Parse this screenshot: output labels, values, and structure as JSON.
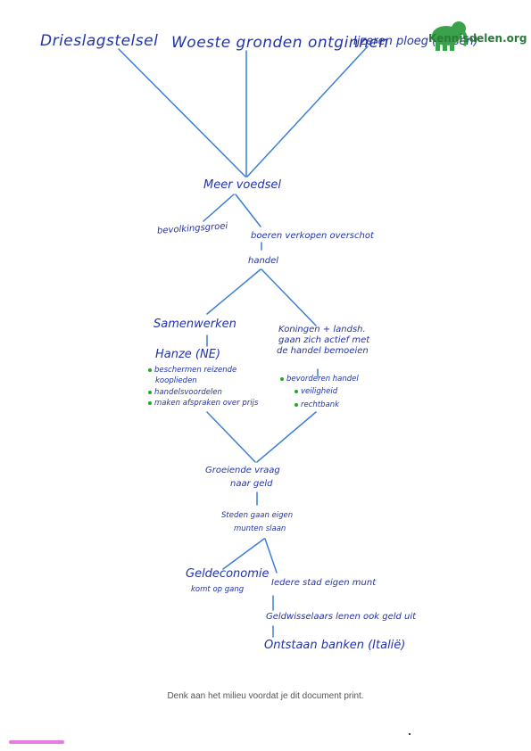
{
  "top": {
    "drieslag": "Drieslagstelsel",
    "woeste": "Woeste gronden ontginnen",
    "ijzeren": "Ijzeren ploeg (lassen)"
  },
  "logo": {
    "text": "Kennisdelen.org"
  },
  "nodes": {
    "meer_voedsel": "Meer voedsel",
    "bevolkingsgroei": "bevolkingsgroei",
    "boeren_verkopen": "boeren verkopen overschot",
    "handel": "handel",
    "samenwerken": "Samenwerken",
    "koningen_1": "Koningen + landsh.",
    "koningen_2": "gaan zich actief met",
    "koningen_3": "de handel bemoeien",
    "hanze": "Hanze (NE)",
    "hanze_items": [
      "beschermen reizende",
      "kooplieden",
      "handelsvoordelen",
      "maken afspraken over prijs"
    ],
    "koningen_items": [
      "bevorderen handel",
      "veiligheid",
      "rechtbank"
    ],
    "groeiende_1": "Groeiende vraag",
    "groeiende_2": "naar geld",
    "steden_1": "Steden gaan eigen",
    "steden_2": "munten slaan",
    "geldeconomie_1": "Geldeconomie",
    "geldeconomie_2": "komt op gang",
    "iedere_stad": "Iedere stad eigen munt",
    "geldwisselaars": "Geldwisselaars lenen ook geld uit",
    "ontstaan": "Ontstaan banken (Italië)"
  },
  "footer": {
    "text": "Denk aan het milieu voordat je dit document print."
  },
  "colors": {
    "ink": "#2233aa",
    "line": "#3a7fd6",
    "bullet": "#22aa22",
    "marker": "#e97be0"
  }
}
